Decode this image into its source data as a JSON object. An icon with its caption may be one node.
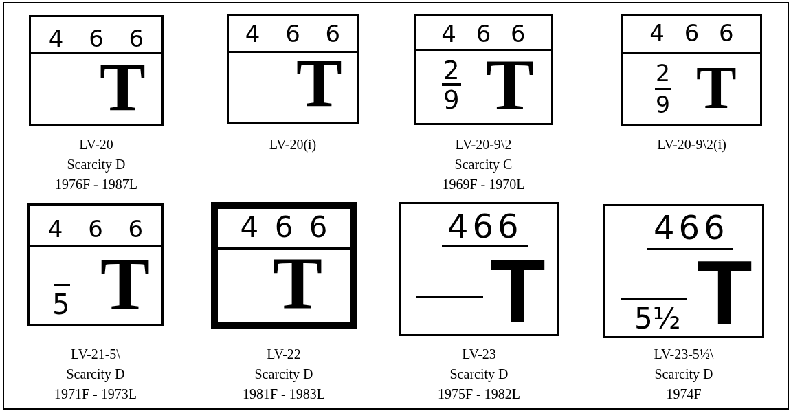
{
  "diagram": {
    "nodes": [
      {
        "text": [
          "4 6 6",
          "T"
        ],
        "beside": [
          "LV-20",
          "Scarcity D",
          "1976F - 1987L"
        ]
      },
      {
        "text": [
          "4 6 6",
          "T"
        ],
        "beside": [
          "LV-20(i)"
        ]
      },
      {
        "text": [
          "4 6 6",
          "2",
          "9",
          "T"
        ],
        "beside": [
          "LV-20-9\\2",
          "Scarcity C",
          "1969F - 1970L"
        ]
      },
      {
        "text": [
          "4 6 6",
          "2",
          "9",
          "T"
        ],
        "beside": [
          "LV-20-9\\2(i)"
        ]
      },
      {
        "text": [
          "4 6 6",
          "5",
          "T"
        ],
        "beside": [
          "LV-21-5\\",
          "Scarcity D",
          "1971F - 1973L"
        ]
      },
      {
        "text": [
          "4 6 6",
          "T"
        ],
        "beside": [
          "LV-22",
          "Scarcity D",
          "1981F - 1983L"
        ]
      },
      {
        "text": [
          "466",
          "T"
        ],
        "beside": [
          "LV-23",
          "Scarcity D",
          "1975F - 1982L"
        ]
      },
      {
        "text": [
          "466",
          "5½",
          "T"
        ],
        "beside": [
          "LV-23-5½\\",
          "Scarcity D",
          "1974F"
        ]
      }
    ]
  }
}
